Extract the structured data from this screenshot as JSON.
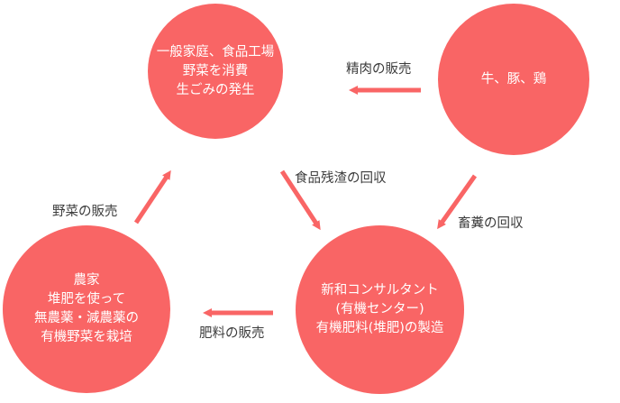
{
  "colors": {
    "circle_fill": "#f96565",
    "arrow": "#f96565",
    "label_text": "#3c3c3c"
  },
  "nodes": {
    "household": {
      "lines": [
        "一般家庭、食品工場",
        "野菜を消費",
        "生ごみの発生"
      ]
    },
    "livestock": {
      "lines": [
        "牛、豚、鶏"
      ]
    },
    "farmer": {
      "lines": [
        "農家",
        "堆肥を使って",
        "無農薬・減農薬の",
        "有機野菜を栽培"
      ]
    },
    "company": {
      "lines": [
        "新和コンサルタント",
        "(有機センター)",
        "有機肥料(堆肥)の製造"
      ]
    }
  },
  "flows": {
    "meat_sales": "精肉の販売",
    "food_residue_collection": "食品残渣の回収",
    "manure_collection": "畜糞の回収",
    "vegetable_sales": "野菜の販売",
    "fertilizer_sales": "肥料の販売"
  }
}
